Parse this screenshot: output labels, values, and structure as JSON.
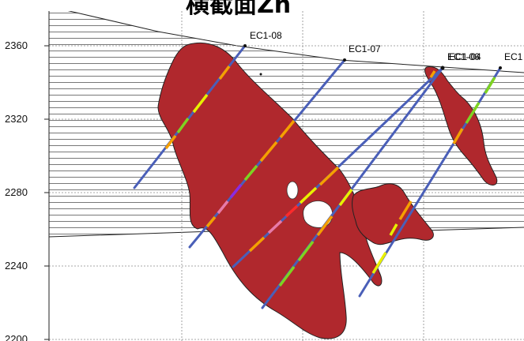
{
  "figure": {
    "title": "横截面Zn",
    "title_clipped": true,
    "y_axis": {
      "ticks": [
        "2360",
        "2320",
        "2280",
        "2240",
        "2200"
      ]
    },
    "drillholes": [
      {
        "id": "ec1-08",
        "label": "EC1-08"
      },
      {
        "id": "ec1-07",
        "label": "EC1-07"
      },
      {
        "id": "ec1-06",
        "label": "EC1-06"
      },
      {
        "id": "ec1-04",
        "label": "EC1-04"
      },
      {
        "id": "ec1-05",
        "label": "EC1"
      }
    ],
    "colors": {
      "orebody": "#b0282d",
      "drillhole": "#4a5fb8",
      "hatch": "#4a4a4a",
      "grid": "#8a8a8a",
      "assay_high": "#f5a000",
      "assay_mid": "#7ed321",
      "assay_low": "#e8f000",
      "assay_pink": "#e87aa8",
      "assay_purple": "#8a2be2"
    }
  }
}
